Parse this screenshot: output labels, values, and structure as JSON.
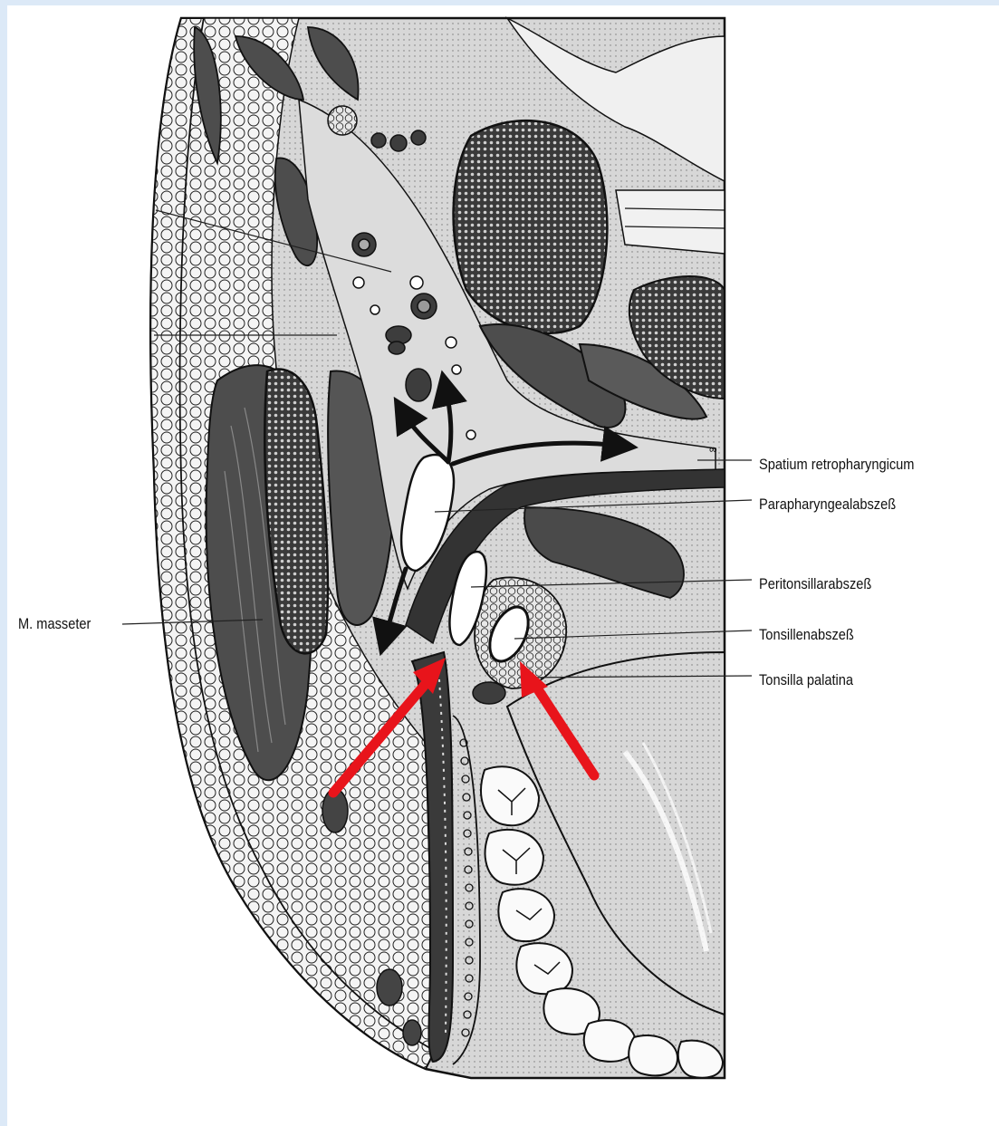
{
  "labels": {
    "masseter": "M. masseter",
    "retropharyngicum": "Spatium retropharyngicum",
    "parapharyngeal": "Parapharyngealabszeß",
    "peritonsillar": "Peritonsillarabszeß",
    "tonsillen": "Tonsillenabszeß",
    "tonsilla": "Tonsilla palatina"
  },
  "colors": {
    "frame_border": "#dce9f7",
    "highlight_arrows": "#e8141b",
    "muscle": "#4a4a4a",
    "fat": "#f2f2f2",
    "tissue": "#cfcfcf",
    "abscess": "#ffffff",
    "ink": "#111111"
  }
}
